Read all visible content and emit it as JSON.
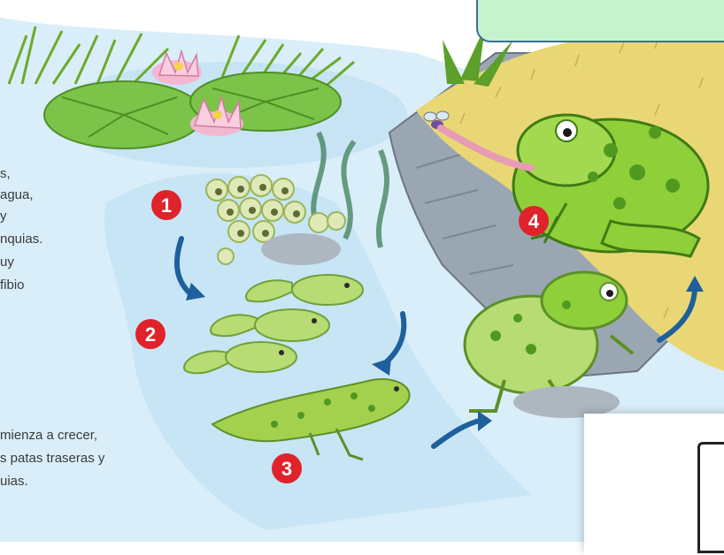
{
  "text_fragments": [
    "s,",
    "agua,",
    "y",
    "nquias.",
    "uy",
    "fibio",
    "mienza a crecer,",
    "s patas traseras y",
    "uias."
  ],
  "stage_numbers": [
    "1",
    "2",
    "3",
    "4"
  ],
  "colors": {
    "water": "#cfe9f7",
    "water_deep": "#a9d6f0",
    "grass": "#e7d26a",
    "frog": "#8fcf3a",
    "badge_red": "#e0222b",
    "arrow_blue": "#1f5f9c",
    "callout_fill": "#c6f3cd",
    "callout_border": "#3a6f97"
  }
}
